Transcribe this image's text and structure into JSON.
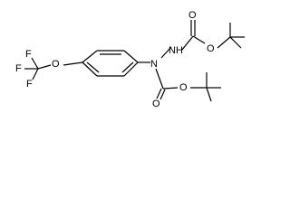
{
  "structure": {
    "atoms": {
      "f_top": "F",
      "f_left": "F",
      "f_bottom": "F",
      "o_ether": "O",
      "n_aryl": "N",
      "nh": "NH",
      "o_carbonyl_top": "O",
      "o_ester_top": "O",
      "o_carbonyl_bottom": "O",
      "o_ester_bottom": "O"
    }
  }
}
